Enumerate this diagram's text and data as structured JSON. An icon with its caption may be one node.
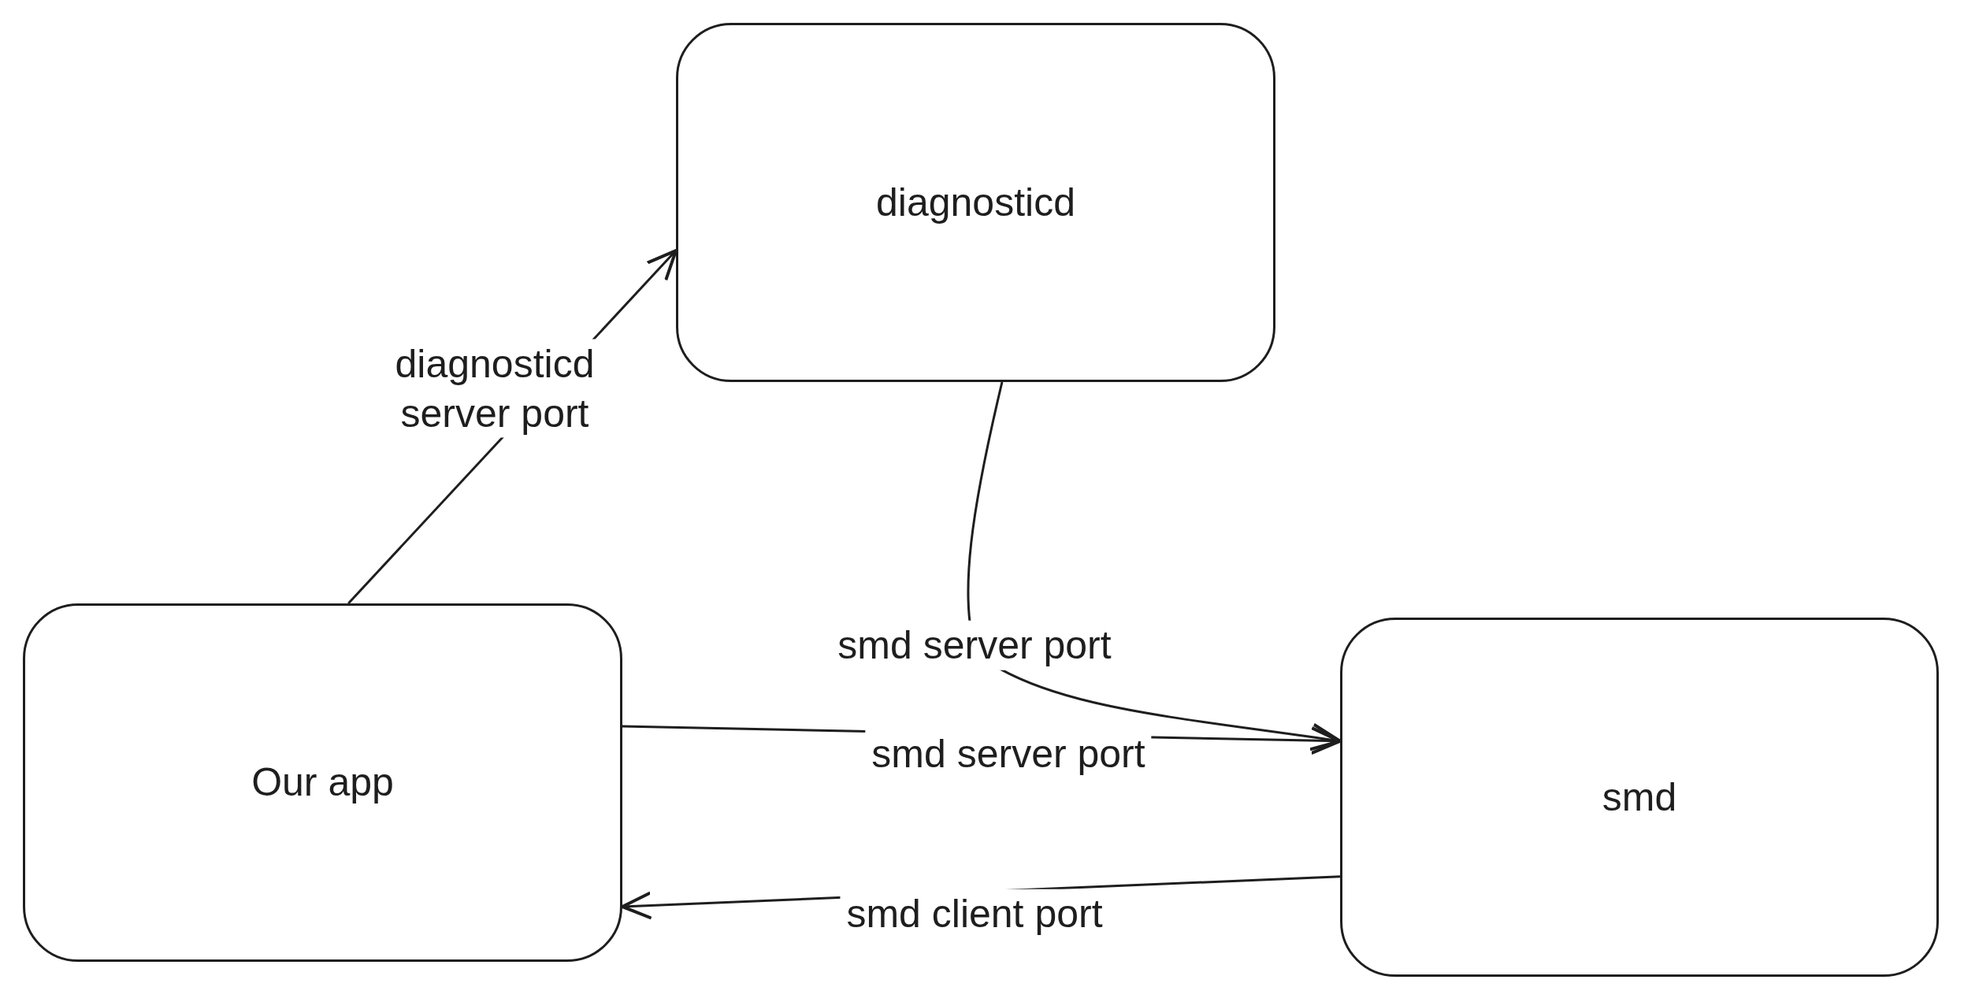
{
  "diagram": {
    "nodes": [
      {
        "text": [
          "diagnosticd"
        ]
      },
      {
        "text": [
          "Our app"
        ]
      },
      {
        "text": [
          "smd"
        ]
      }
    ],
    "edges": [
      {
        "from": 1,
        "to": 0,
        "arrow": "to",
        "label": "diagnosticd server port"
      },
      {
        "from": 0,
        "to": 2,
        "arrow": "to",
        "label": "smd server port"
      },
      {
        "from": 1,
        "to": 2,
        "arrow": "to",
        "label": "smd server port"
      },
      {
        "from": 2,
        "to": 1,
        "arrow": "to",
        "label": "smd client port"
      }
    ]
  }
}
